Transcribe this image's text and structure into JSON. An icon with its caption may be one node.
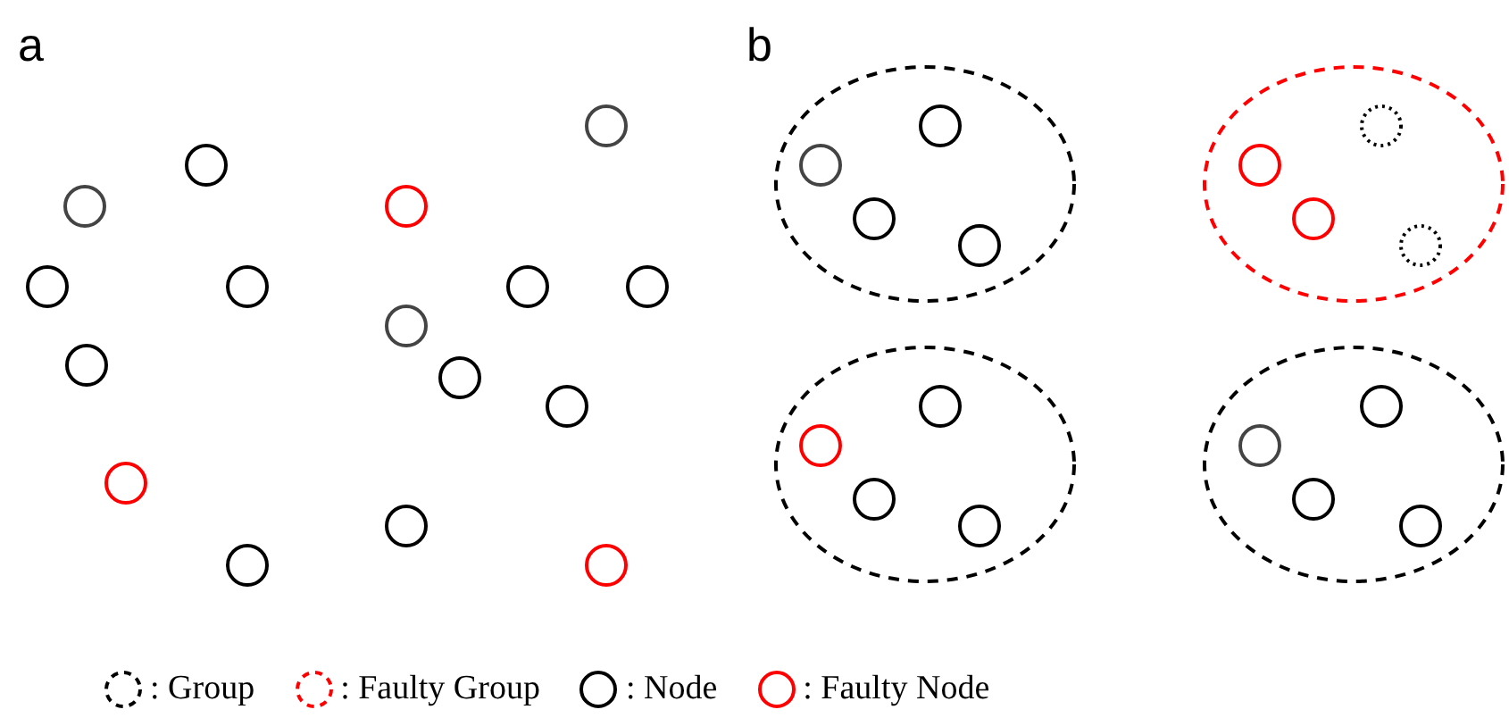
{
  "diagram": {
    "nodes": [
      {
        "text": [],
        "shape": "circle"
      },
      {
        "text": [],
        "shape": "circle"
      },
      {
        "text": [],
        "shape": "circle"
      },
      {
        "text": [],
        "shape": "circle"
      },
      {
        "text": [],
        "shape": "circle"
      },
      {
        "text": [],
        "shape": "circle"
      },
      {
        "text": [],
        "shape": "circle"
      },
      {
        "text": [],
        "shape": "circle"
      },
      {
        "text": [],
        "shape": "circle"
      },
      {
        "text": [],
        "shape": "circle"
      },
      {
        "text": [],
        "shape": "circle"
      },
      {
        "text": [],
        "shape": "circle"
      },
      {
        "text": [],
        "shape": "circle"
      },
      {
        "text": [],
        "shape": "circle"
      },
      {
        "text": [],
        "shape": "circle"
      },
      {
        "text": [],
        "shape": "circle"
      },
      {
        "text": [],
        "shape": "ellipse"
      },
      {
        "text": [],
        "shape": "circle",
        "in": 16
      },
      {
        "text": [],
        "shape": "circle",
        "in": 16
      },
      {
        "text": [],
        "shape": "circle",
        "in": 16
      },
      {
        "text": [],
        "shape": "circle",
        "in": 16
      },
      {
        "text": [],
        "shape": "ellipse"
      },
      {
        "text": [],
        "shape": "circle",
        "in": 21
      },
      {
        "text": [],
        "shape": "circle",
        "in": 21
      },
      {
        "text": [],
        "shape": "circle",
        "in": 21
      },
      {
        "text": [],
        "shape": "circle",
        "in": 21
      },
      {
        "text": [],
        "shape": "ellipse"
      },
      {
        "text": [],
        "shape": "circle",
        "in": 26
      },
      {
        "text": [],
        "shape": "circle",
        "in": 26
      },
      {
        "text": [],
        "shape": "circle",
        "in": 26
      },
      {
        "text": [],
        "shape": "circle",
        "in": 26
      },
      {
        "text": [],
        "shape": "ellipse"
      },
      {
        "text": [],
        "shape": "circle",
        "in": 31
      },
      {
        "text": [],
        "shape": "circle",
        "in": 31
      },
      {
        "text": [],
        "shape": "circle",
        "in": 31
      },
      {
        "text": [],
        "shape": "circle",
        "in": 31
      }
    ],
    "labels": [
      "a",
      "b"
    ],
    "legend": [
      {
        "text": ": Group"
      },
      {
        "text": ": Faulty Group"
      },
      {
        "text": ": Node"
      },
      {
        "text": ": Faulty Node"
      }
    ]
  }
}
